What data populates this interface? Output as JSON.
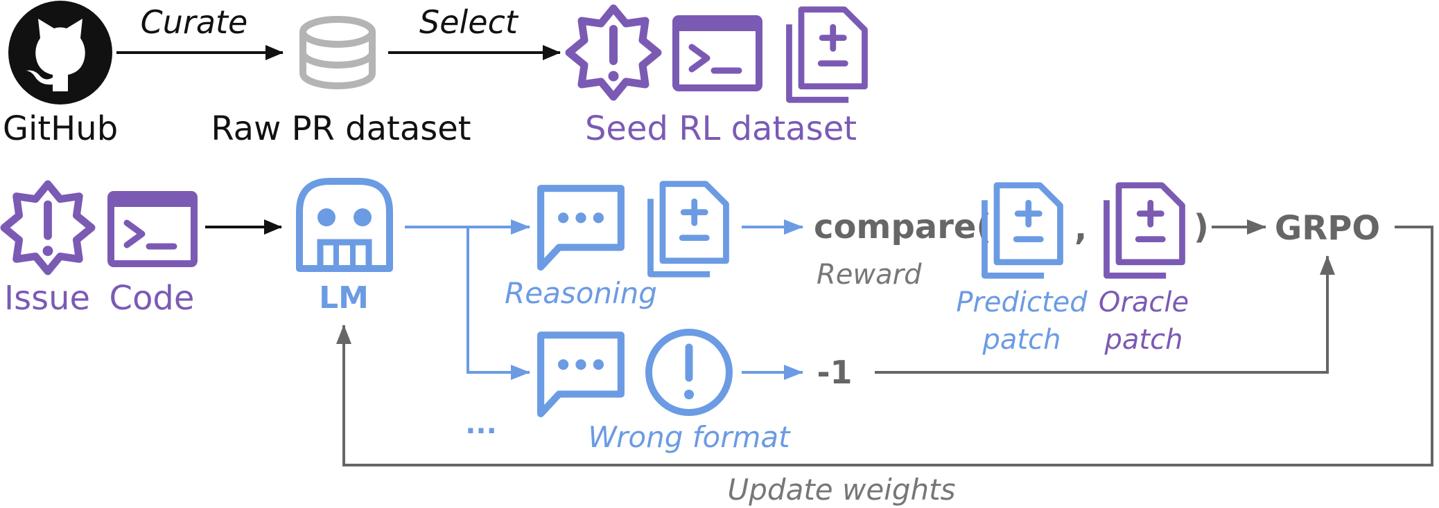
{
  "colors": {
    "black": "#111111",
    "purple": "#7b5ab4",
    "blue": "#6b9be3",
    "gray": "#666666",
    "lightgray": "#b4b4b4"
  },
  "icons": {
    "github": "github-icon",
    "database": "database-icon",
    "issue": "issue-badge-icon",
    "code": "terminal-icon",
    "patch": "patch-file-icon",
    "lm": "robot-icon",
    "chat": "chat-bubble-icon",
    "error": "exclamation-circle-icon"
  },
  "top": {
    "github_label": "GitHub",
    "curate_label": "Curate",
    "raw_label": "Raw PR dataset",
    "select_label": "Select",
    "seed_label": "Seed RL dataset"
  },
  "pipeline": {
    "issue_label": "Issue",
    "code_label": "Code",
    "lm_label": "LM",
    "reasoning_label": "Reasoning",
    "compare_open": "compare(",
    "comma": ",",
    "compare_close": ")",
    "reward_label": "Reward",
    "predicted_label_1": "Predicted",
    "predicted_label_2": "patch",
    "oracle_label_1": "Oracle",
    "oracle_label_2": "patch",
    "grpo_label": "GRPO",
    "penalty_value": "-1",
    "wrong_format_label": "Wrong format",
    "ellipsis": "...",
    "update_label": "Update weights"
  }
}
